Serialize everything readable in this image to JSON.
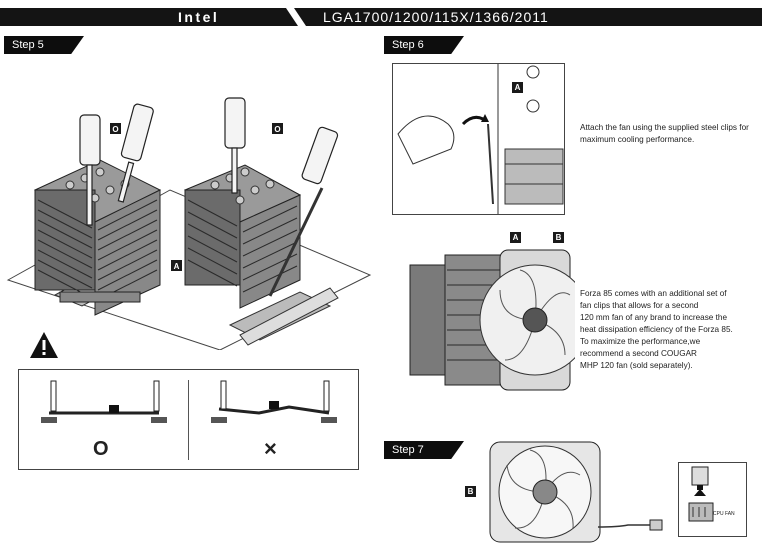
{
  "header": {
    "brand": "Intel",
    "sockets": "LGA1700/1200/115X/1366/2011"
  },
  "steps": {
    "step5": "Step 5",
    "step6": "Step 6",
    "step7": "Step 7"
  },
  "markers": {
    "O": "O",
    "A": "A",
    "B": "B"
  },
  "step5": {
    "correct_symbol": "O",
    "wrong_symbol": "×"
  },
  "step6": {
    "caption_attach": "Attach the fan using the supplied steel clips for maximum cooling performance.",
    "caption_second_fan_lines": [
      "Forza 85 comes with an additional set of",
      "fan clips that allows for a second",
      "120 mm fan of any brand to increase the",
      "heat dissipation efficiency of the Forza 85.",
      "To maximize the performance,we",
      "recommend a second COUGAR",
      "MHP 120 fan (sold separately)."
    ]
  },
  "step7": {
    "connector_label": "CPU FAN"
  },
  "colors": {
    "header_bar": "#141414",
    "step_tag": "#0d0d0d",
    "line": "#333333"
  },
  "icons": [
    "warning-icon",
    "screwdriver-icon",
    "cooler-illustration",
    "fan-illustration",
    "connector-icon"
  ]
}
